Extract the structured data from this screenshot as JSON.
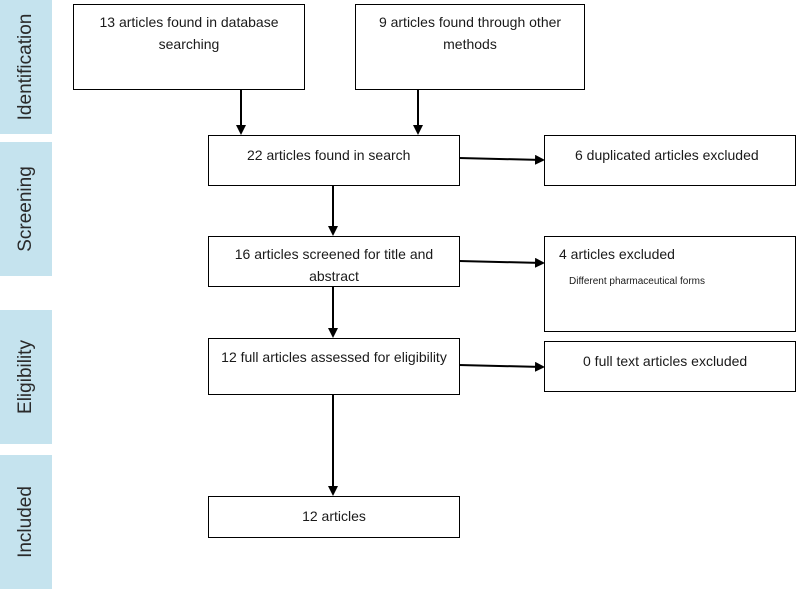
{
  "stages": {
    "identification": "Identification",
    "screening": "Screening",
    "eligibility": "Eligibility",
    "included": "Included"
  },
  "boxes": {
    "database": "13 articles found in database searching",
    "other": "9 articles found through other methods",
    "search": "22 articles found in search",
    "duplicates": "6 duplicated articles excluded",
    "screened": "16 articles screened for title and abstract",
    "excluded": "4 articles excluded",
    "excluded_reason": "Different pharmaceutical forms",
    "assessed": "12 full articles assessed for eligibility",
    "fulltext_excluded": "0 full text articles excluded",
    "included": "12 articles"
  }
}
